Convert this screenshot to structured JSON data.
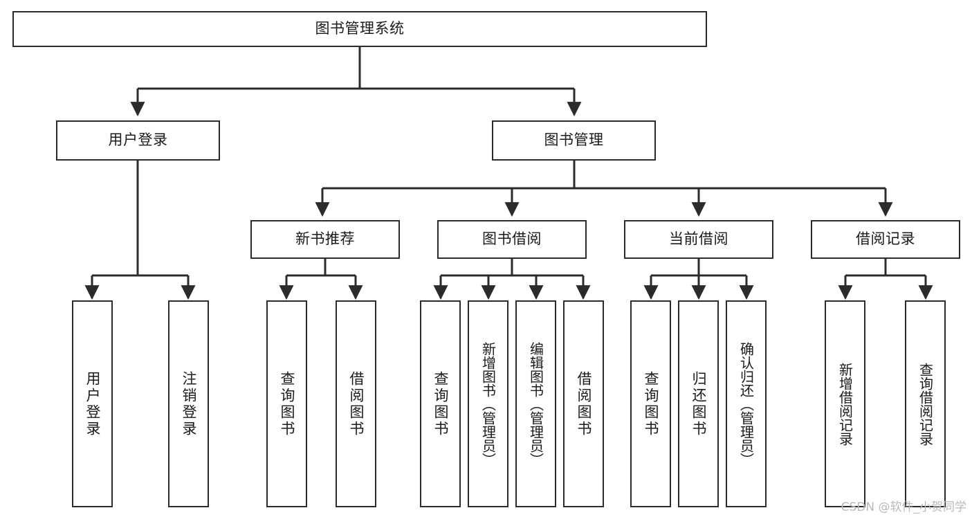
{
  "diagram": {
    "type": "hierarchy-tree",
    "title": "图书管理系统",
    "orientation": "top-down",
    "watermark": "CSDN @软件_小贺同学",
    "colors": {
      "box_border": "#2b2b2b",
      "box_fill": "#ffffff",
      "connector": "#2b2b2b",
      "text": "#1a1a1a",
      "watermark": "#b9b9b9"
    },
    "nodes": {
      "root": {
        "label": "图书管理系统",
        "level": 1,
        "text_direction": "horizontal"
      },
      "level2": [
        {
          "label": "用户登录",
          "text_direction": "horizontal"
        },
        {
          "label": "图书管理",
          "text_direction": "horizontal"
        }
      ],
      "level3": [
        {
          "label": "新书推荐",
          "text_direction": "horizontal",
          "parent": "图书管理"
        },
        {
          "label": "图书借阅",
          "text_direction": "horizontal",
          "parent": "图书管理"
        },
        {
          "label": "当前借阅",
          "text_direction": "horizontal",
          "parent": "图书管理"
        },
        {
          "label": "借阅记录",
          "text_direction": "horizontal",
          "parent": "图书管理"
        }
      ],
      "leaves": [
        {
          "label": "用户登录",
          "parent": "用户登录",
          "text_direction": "vertical"
        },
        {
          "label": "注销登录",
          "parent": "用户登录",
          "text_direction": "vertical"
        },
        {
          "label": "查询图书",
          "parent": "新书推荐",
          "text_direction": "vertical"
        },
        {
          "label": "借阅图书",
          "parent": "新书推荐",
          "text_direction": "vertical"
        },
        {
          "label": "查询图书",
          "parent": "图书借阅",
          "text_direction": "vertical"
        },
        {
          "label": "新增图书（管理员）",
          "parent": "图书借阅",
          "text_direction": "vertical"
        },
        {
          "label": "编辑图书（管理员）",
          "parent": "图书借阅",
          "text_direction": "vertical"
        },
        {
          "label": "借阅图书",
          "parent": "图书借阅",
          "text_direction": "vertical"
        },
        {
          "label": "查询图书",
          "parent": "当前借阅",
          "text_direction": "vertical"
        },
        {
          "label": "归还图书",
          "parent": "当前借阅",
          "text_direction": "vertical"
        },
        {
          "label": "确认归还（管理员）",
          "parent": "当前借阅",
          "text_direction": "vertical"
        },
        {
          "label": "新增借阅记录",
          "parent": "借阅记录",
          "text_direction": "vertical"
        },
        {
          "label": "查询借阅记录",
          "parent": "借阅记录",
          "text_direction": "vertical"
        }
      ]
    }
  }
}
